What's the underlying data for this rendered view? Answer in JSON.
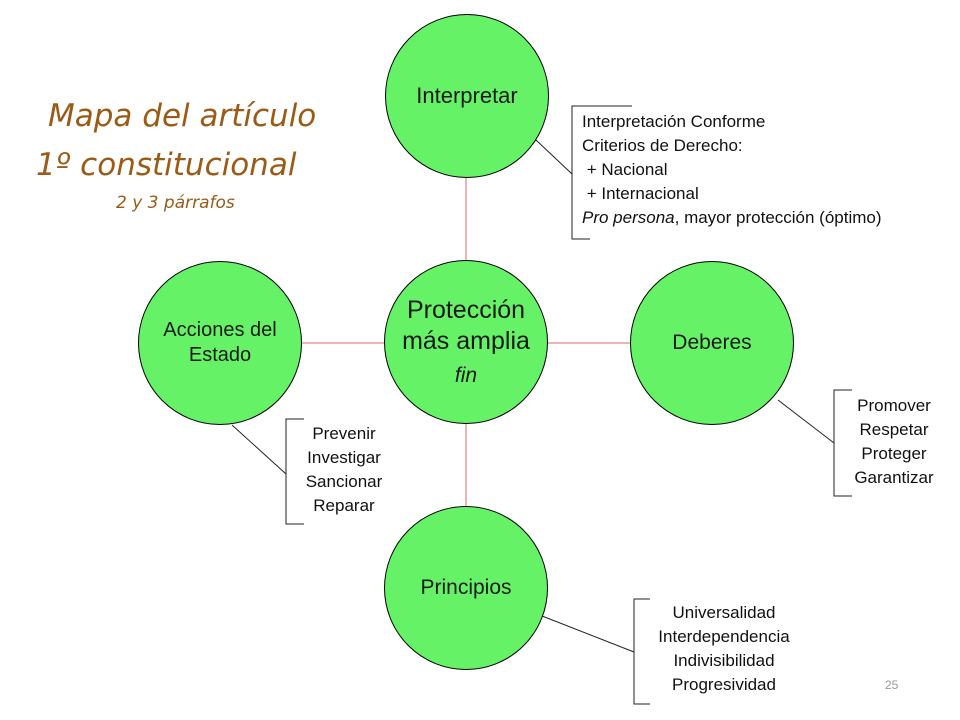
{
  "title": {
    "line1": "Mapa del artículo",
    "line2": "1º constitucional",
    "subtitle": "2 y 3 párrafos"
  },
  "center": {
    "line1": "Protección",
    "line2": "más amplia",
    "line3": "fin"
  },
  "nodes": {
    "interpretar": {
      "label": "Interpretar",
      "details": [
        "Interpretación Conforme",
        "Criterios de Derecho:",
        " + Nacional",
        " + Internacional"
      ],
      "last_italic": "Pro persona",
      "last_rest": ", mayor protección (óptimo)"
    },
    "acciones": {
      "line1": "Acciones del",
      "line2": "Estado",
      "details": [
        "Prevenir",
        "Investigar",
        "Sancionar",
        "Reparar"
      ]
    },
    "deberes": {
      "label": "Deberes",
      "details": [
        "Promover",
        "Respetar",
        "Proteger",
        "Garantizar"
      ]
    },
    "principios": {
      "label": "Principios",
      "details": [
        "Universalidad",
        "Interdependencia",
        "Indivisibilidad",
        "Progresividad"
      ]
    }
  },
  "page_number": "25",
  "colors": {
    "circle_fill": "#66f266",
    "connector": "#e06666",
    "title": "#9b5a16"
  }
}
